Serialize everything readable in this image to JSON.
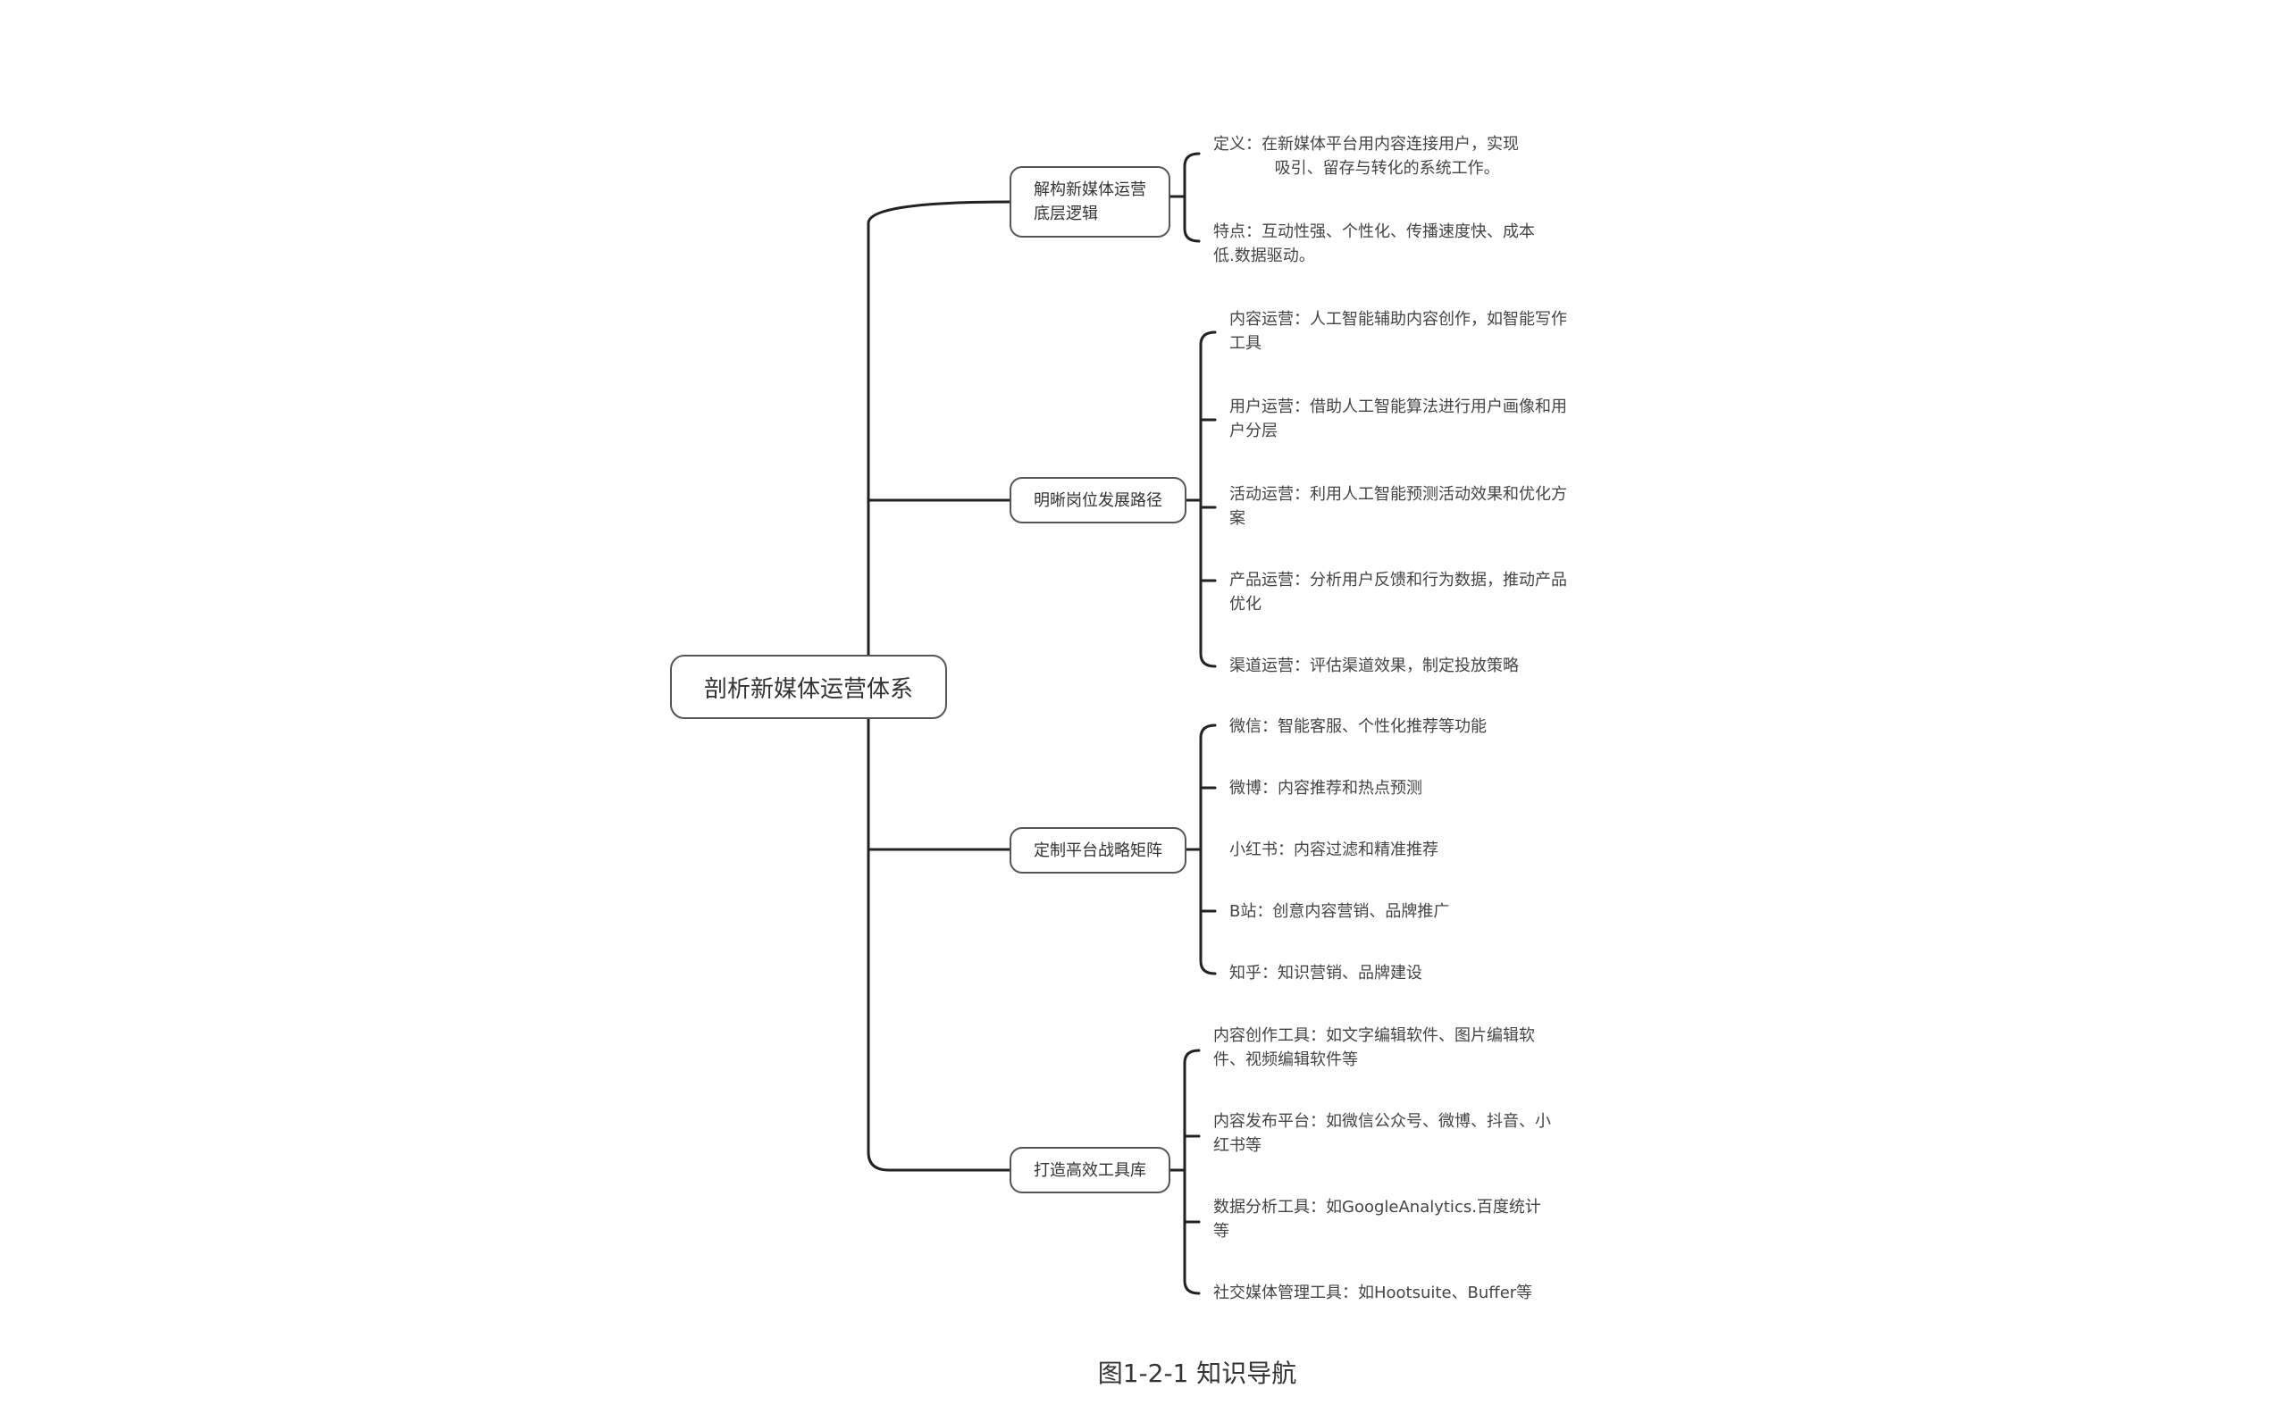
{
  "root": "剖析新媒体运营体系",
  "branches": [
    {
      "label": "解构新媒体运营\n底层逻辑",
      "leaves": [
        "定义：在新媒体平台用内容连接用户，实现\n            吸引、留存与转化的系统工作。",
        "特点：互动性强、个性化、传播速度快、成本\n低.数据驱动。"
      ]
    },
    {
      "label": "明晰岗位发展路径",
      "leaves": [
        "内容运营：人工智能辅助内容创作，如智能写作\n工具",
        "用户运营：借助人工智能算法进行用户画像和用\n户分层",
        "活动运营：利用人工智能预测活动效果和优化方\n案",
        "产品运营：分析用户反馈和行为数据，推动产品\n优化",
        "渠道运营：评估渠道效果，制定投放策略"
      ]
    },
    {
      "label": "定制平台战略矩阵",
      "leaves": [
        "微信：智能客服、个性化推荐等功能",
        "微博：内容推荐和热点预测",
        "小红书：内容过滤和精准推荐",
        "B站：创意内容营销、品牌推广",
        "知乎：知识营销、品牌建设"
      ]
    },
    {
      "label": "打造高效工具库",
      "leaves": [
        "内容创作工具：如文字编辑软件、图片编辑软\n件、视频编辑软件等",
        "内容发布平台：如微信公众号、微博、抖音、小\n红书等",
        "数据分析工具：如GoogleAnalytics.百度统计\n等",
        "社交媒体管理工具：如Hootsuite、Buffer等"
      ]
    }
  ],
  "caption": "图1-2-1  知识导航"
}
